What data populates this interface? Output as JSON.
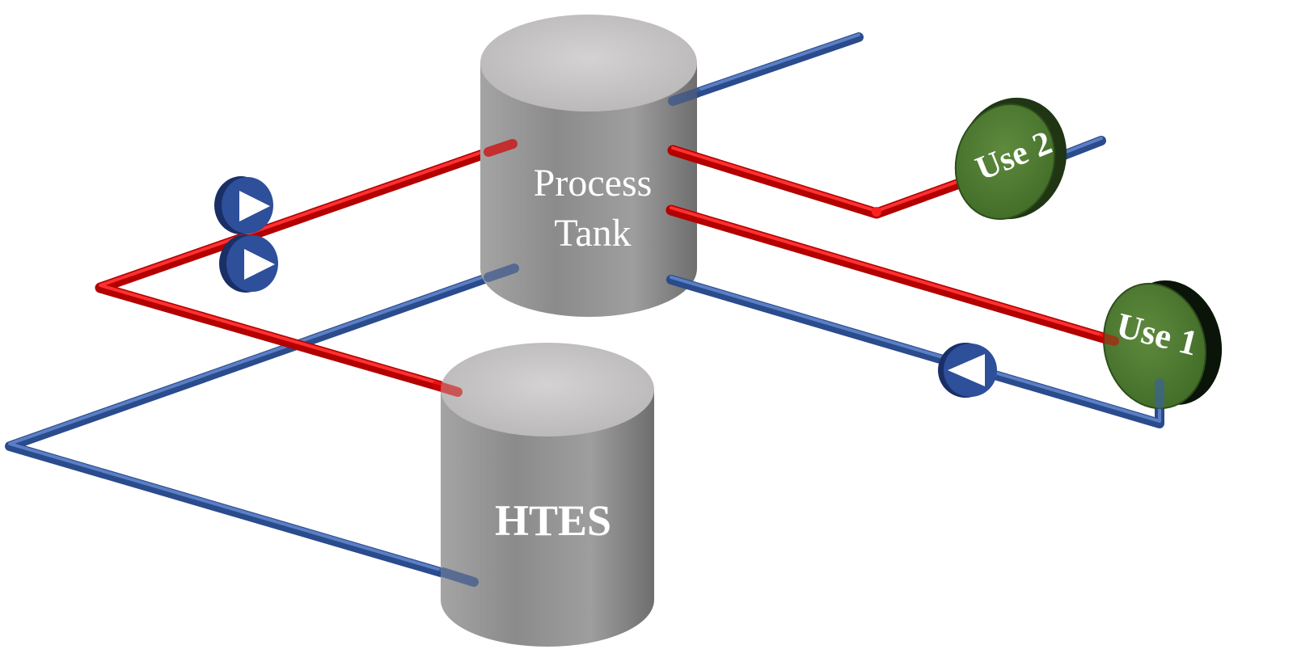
{
  "labels": {
    "process_tank_line1": "Process",
    "process_tank_line2": "Tank",
    "htes": "HTES",
    "use1": "Use 1",
    "use2": "Use 2"
  },
  "colors": {
    "hot_pipe": "#d40000",
    "cold_pipe": "#3a5fa8",
    "tank_gray": "#9b9b9b",
    "use_green": "#4e7a32",
    "pump_blue": "#2e4f9a"
  }
}
